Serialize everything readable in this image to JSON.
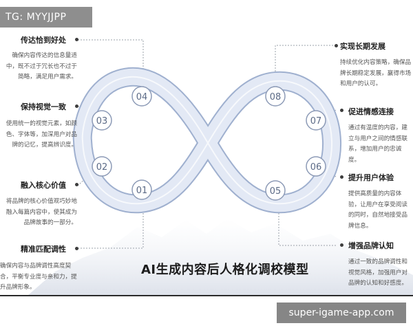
{
  "watermark": "TG: MYYJJPP",
  "main_title": "AI生成内容后人格化调校模型",
  "site_label": "super-igame-app.com",
  "nodes": [
    "01",
    "02",
    "03",
    "04",
    "05",
    "06",
    "07",
    "08"
  ],
  "left_items": [
    {
      "title": "传达恰到好处",
      "desc": "确保内容传达的信息量适中，既不过于冗长也不过于简略，满足用户需求。"
    },
    {
      "title": "保持视觉一致",
      "desc": "使用统一的视觉元素，如颜色、字体等，加深用户对品牌的记忆，提高辨识度。"
    },
    {
      "title": "融入核心价值",
      "desc": "将品牌的核心价值观巧妙地融入每篇内容中，使其成为品牌故事的一部分。"
    },
    {
      "title": "精准匹配调性",
      "desc": "确保内容与品牌调性高度契合，平衡专业度与亲和力，提升品牌形象。"
    }
  ],
  "right_items": [
    {
      "title": "实现长期发展",
      "desc": "持续优化内容策略，确保品牌长期稳定发展，赢得市场和用户的认可。"
    },
    {
      "title": "促进情感连接",
      "desc": "通过有温度的内容，建立与用户之间的情感联系，增加用户的忠诚度。"
    },
    {
      "title": "提升用户体验",
      "desc": "提供高质量的内容体验，让用户在享受阅读的同时，自然地接受品牌信息。"
    },
    {
      "title": "增强品牌认知",
      "desc": "通过一致的品牌调性和视觉风格，加强用户对品牌的认知和好感度。"
    }
  ],
  "colors": {
    "ring": "#dfe6f3",
    "ring_edge": "#9fb0cf",
    "node_fill": "#ffffff",
    "node_stroke": "#8c9ab6",
    "connector": "#9aa0aa"
  }
}
